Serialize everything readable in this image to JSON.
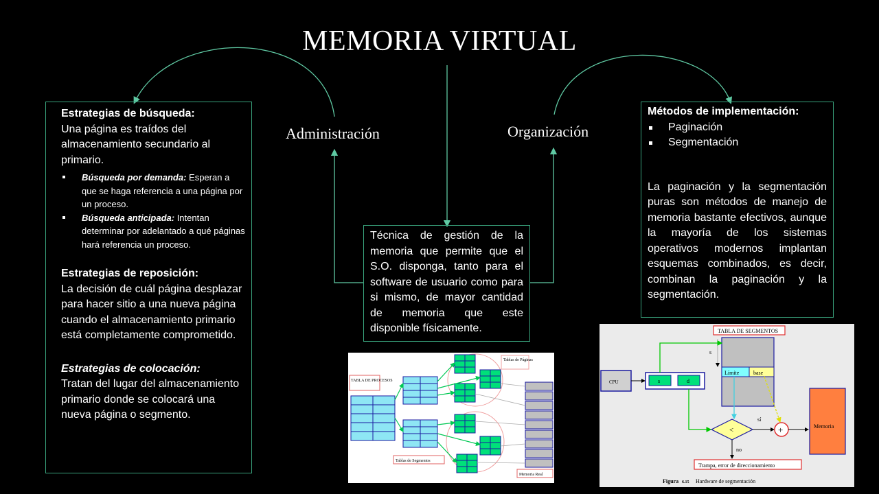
{
  "title": "MEMORIA VIRTUAL",
  "branches": {
    "left": "Administración",
    "right": "Organización"
  },
  "center": {
    "text": "Técnica de gestión de la memoria que permite que el S.O. disponga, tanto para el software de usuario como para si mismo, de mayor cantidad de memoria que este disponible físicamente."
  },
  "left_panel": {
    "s1_title": "Estrategias de búsqueda:",
    "s1_text": "Una página es traídos del almacenamiento secundario al primario.",
    "s1_items": [
      {
        "label": "Búsqueda por demanda:",
        "text": " Esperan a que se haga referencia a una página por un proceso."
      },
      {
        "label": "Búsqueda anticipada:",
        "text": " Intentan determinar por adelantado a qué páginas hará referencia un proceso."
      }
    ],
    "s2_title": "Estrategias de reposición:",
    "s2_text": "La decisión de cuál página desplazar para hacer sitio a una nueva página cuando el almacenamiento primario está completamente comprometido.",
    "s3_title": "Estrategias de colocación:",
    "s3_text": "Tratan del lugar del almacenamiento primario donde se colocará una nueva página o segmento."
  },
  "right_panel": {
    "title": "Métodos de implementación:",
    "items": [
      "Paginación",
      "Segmentación"
    ],
    "text": "La paginación y la segmentación puras son métodos de manejo de memoria bastante efectivos, aunque la mayoría de los sistemas operativos modernos implantan esquemas combinados, es decir, combinan la paginación y la segmentación."
  },
  "figure1": {
    "processes_label": "TABLA DE PROCESOS",
    "pages_label": "Tablas de Páginas",
    "segments_label": "Tablas de Segmentos",
    "memory_label": "Memoria Real"
  },
  "figure2": {
    "segments_table": "TABLA DE SEGMENTOS",
    "cpu": "CPU",
    "s": "s",
    "d": "d",
    "s_arrow": "s",
    "limit": "Límite",
    "base": "base",
    "lt": "<",
    "plus": "+",
    "yes": "sí",
    "no": "no",
    "memory": "Memoria",
    "trap": "Trampa, error de direccionamiento",
    "caption_label": "Figura",
    "caption_num": "6.15",
    "caption_text": "Hardware de segmentación"
  },
  "colors": {
    "accent_line": "#3aa57e",
    "arrow": "#5fc9a3",
    "cyan": "#80ffff",
    "green_cell": "#00e07a",
    "memory_orange": "#ff7f3f"
  }
}
